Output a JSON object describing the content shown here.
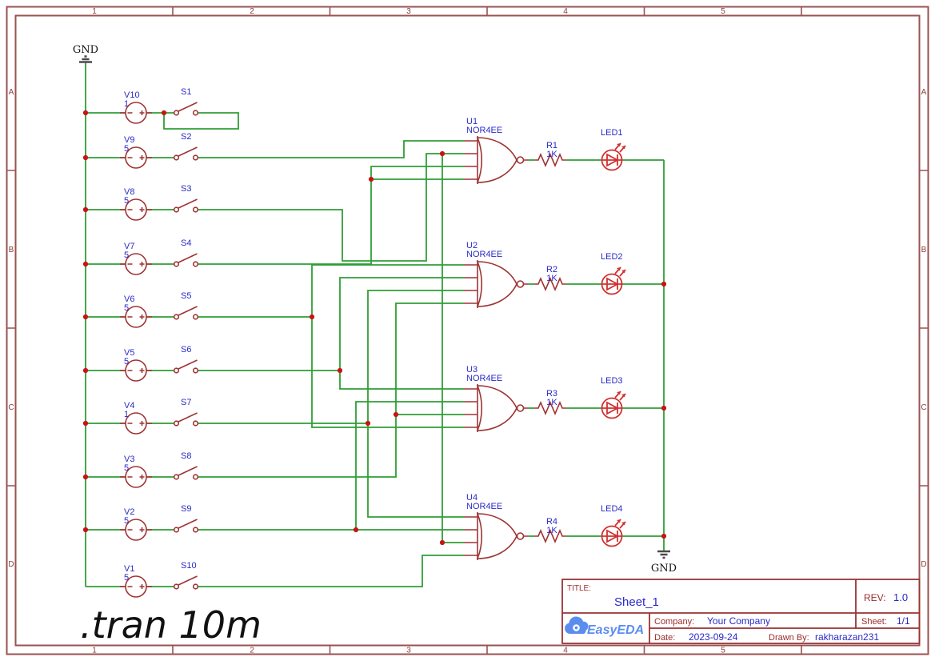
{
  "frame": {
    "cols": [
      "1",
      "2",
      "3",
      "4",
      "5"
    ],
    "rows": [
      "A",
      "B",
      "C",
      "D"
    ]
  },
  "schematic": {
    "directive": ".tran 10m",
    "gnd_top": {
      "label": "GND"
    },
    "gnd_bottom": {
      "label": "GND"
    },
    "sources": [
      {
        "ref": "V10",
        "value": "1"
      },
      {
        "ref": "V9",
        "value": "5"
      },
      {
        "ref": "V8",
        "value": "5"
      },
      {
        "ref": "V7",
        "value": "5"
      },
      {
        "ref": "V6",
        "value": "5"
      },
      {
        "ref": "V5",
        "value": "5"
      },
      {
        "ref": "V4",
        "value": "1"
      },
      {
        "ref": "V3",
        "value": "5"
      },
      {
        "ref": "V2",
        "value": "5"
      },
      {
        "ref": "V1",
        "value": "5"
      }
    ],
    "switches": [
      {
        "ref": "S1"
      },
      {
        "ref": "S2"
      },
      {
        "ref": "S3"
      },
      {
        "ref": "S4"
      },
      {
        "ref": "S5"
      },
      {
        "ref": "S6"
      },
      {
        "ref": "S7"
      },
      {
        "ref": "S8"
      },
      {
        "ref": "S9"
      },
      {
        "ref": "S10"
      }
    ],
    "gates": [
      {
        "ref": "U1",
        "part": "NOR4EE"
      },
      {
        "ref": "U2",
        "part": "NOR4EE"
      },
      {
        "ref": "U3",
        "part": "NOR4EE"
      },
      {
        "ref": "U4",
        "part": "NOR4EE"
      }
    ],
    "resistors": [
      {
        "ref": "R1",
        "value": "1K"
      },
      {
        "ref": "R2",
        "value": "1K"
      },
      {
        "ref": "R3",
        "value": "1K"
      },
      {
        "ref": "R4",
        "value": "1K"
      }
    ],
    "leds": [
      {
        "ref": "LED1"
      },
      {
        "ref": "LED2"
      },
      {
        "ref": "LED3"
      },
      {
        "ref": "LED4"
      }
    ]
  },
  "title_block": {
    "title_label": "TITLE:",
    "title": "Sheet_1",
    "rev_label": "REV:",
    "rev": "1.0",
    "company_label": "Company:",
    "company": "Your Company",
    "sheet_label": "Sheet:",
    "sheet": "1/1",
    "date_label": "Date:",
    "date": "2023-09-24",
    "drawn_label": "Drawn By:",
    "drawn_by": "rakharazan231",
    "logo_text": "EasyEDA"
  },
  "colors": {
    "wire": "#2f9e35",
    "component": "#9e3434",
    "led": "#d03030",
    "label_blue": "#2929c8",
    "frame": "#9a5252",
    "title_block": "#993333",
    "junction": "#c81414",
    "logo": "#5b8def"
  }
}
